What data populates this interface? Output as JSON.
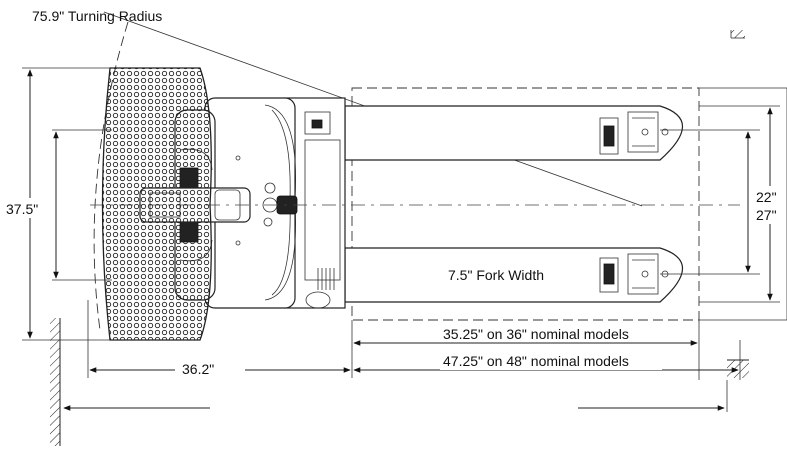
{
  "diagram": {
    "labels": {
      "turning_radius": "75.9\" Turning Radius",
      "overall_width": "37.5\"",
      "inner_fork_spread": "22\"",
      "outer_fork_spread": "27\"",
      "fork_width": "7.5\" Fork Width",
      "head_length": "36.2\"",
      "fork_length_36": "35.25\" on 36\" nominal models",
      "fork_length_48": "47.25\" on 48\" nominal models"
    }
  }
}
